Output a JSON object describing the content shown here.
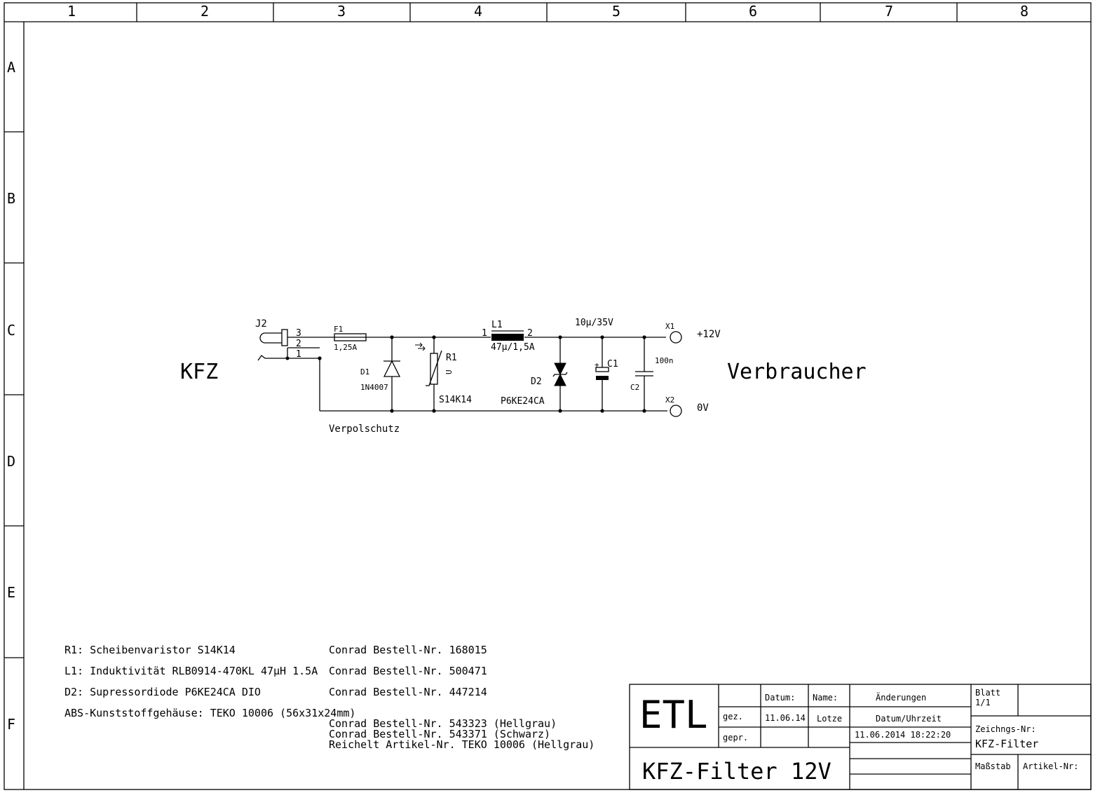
{
  "frame": {
    "columns": [
      "1",
      "2",
      "3",
      "4",
      "5",
      "6",
      "7",
      "8"
    ],
    "rows": [
      "A",
      "B",
      "C",
      "D",
      "E",
      "F"
    ]
  },
  "schematic": {
    "connector": {
      "ref": "J2",
      "pins": [
        "3",
        "2",
        "1"
      ]
    },
    "fuse": {
      "ref": "F1",
      "value": "1,25A"
    },
    "diode1": {
      "ref": "D1",
      "value": "1N4007"
    },
    "varistor": {
      "ref": "R1",
      "value": "S14K14",
      "mark": "U"
    },
    "inductor": {
      "ref": "L1",
      "value": "47µ/1,5A",
      "pin_left": "1",
      "pin_right": "2"
    },
    "tvs": {
      "ref": "D2",
      "value": "P6KE24CA"
    },
    "cap1": {
      "ref": "C1",
      "value": "10µ/35V",
      "polarity": "+"
    },
    "cap2": {
      "ref": "C2",
      "value": "100n"
    },
    "term1": {
      "ref": "X1",
      "label": "+12V"
    },
    "term2": {
      "ref": "X2",
      "label": "0V"
    },
    "label_left": "KFZ",
    "label_right": "Verbraucher",
    "note_polarity": "Verpolschutz"
  },
  "parts_notes": [
    {
      "part": "R1: Scheibenvaristor S14K14",
      "order": "Conrad Bestell-Nr. 168015"
    },
    {
      "part": "L1: Induktivität RLB0914-470KL 47µH 1.5A",
      "order": "Conrad Bestell-Nr. 500471"
    },
    {
      "part": "D2: Supressordiode P6KE24CA DIO",
      "order": "Conrad Bestell-Nr. 447214"
    }
  ],
  "housing": {
    "line": "ABS-Kunststoffgehäuse: TEKO 10006  (56x31x24mm)",
    "orders": [
      "Conrad Bestell-Nr. 543323 (Hellgrau)",
      "Conrad Bestell-Nr. 543371 (Schwarz)",
      "Reichelt Artikel-Nr. TEKO 10006 (Hellgrau)"
    ]
  },
  "title_block": {
    "logo": "ETL",
    "title": "KFZ-Filter 12V",
    "datum_header": "Datum:",
    "name_header": "Name:",
    "gez": "gez.",
    "gepr": "gepr.",
    "gez_date": "11.06.14",
    "gez_name": "Lotze",
    "changes_header": "Änderungen",
    "datetime_header": "Datum/Uhrzeit",
    "datetime": "11.06.2014 18:22:20",
    "sheet_label": "Blatt",
    "sheet": "1/1",
    "drawing_no_label": "Zeichngs-Nr:",
    "drawing_no": "KFZ-Filter",
    "scale_label": "Maßstab",
    "article_label": "Artikel-Nr:"
  }
}
